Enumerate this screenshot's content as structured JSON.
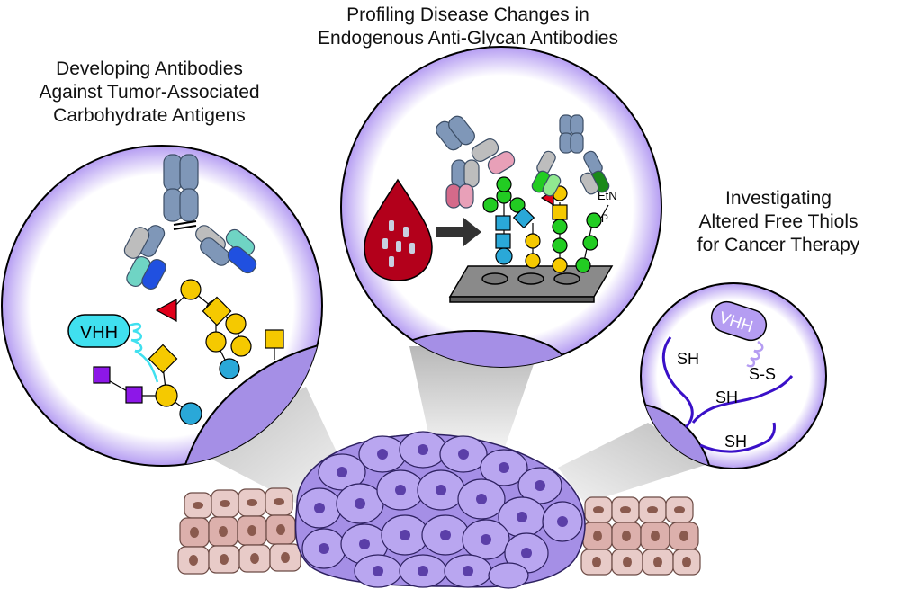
{
  "headings": {
    "left": {
      "line1": "Developing Antibodies",
      "line2": "Against Tumor-Associated",
      "line3": "Carbohydrate Antigens"
    },
    "middle": {
      "line1": "Profiling Disease Changes in",
      "line2": "Endogenous Anti-Glycan Antibodies"
    },
    "right": {
      "line1": "Investigating",
      "line2": "Altered Free Thiols",
      "line3": "for Cancer Therapy"
    }
  },
  "labels": {
    "vhh_left": "VHH",
    "vhh_right": "VHH",
    "sh1": "SH",
    "sh2": "SH",
    "sh3": "SH",
    "ss": "S-S",
    "etn": "EtN",
    "p": "P"
  },
  "colors": {
    "circle_rim": "#b59df2",
    "cell_purple": "#a58fe6",
    "nucleus": "#5b3fa8",
    "tissue_pink": "#e8cbc8",
    "tissue_nucleus": "#8a5a4e",
    "antibody_blue": "#7f97b8",
    "glycan_yellow": "#f5c900",
    "glycan_green": "#22cc22",
    "glycan_blue": "#2aa8d8",
    "glycan_purple": "#8d17e8",
    "glycan_red": "#e0001a",
    "blood_red": "#b3001b",
    "thiol_line": "#3a10c8",
    "cone_gray": "#c8c8c8"
  }
}
